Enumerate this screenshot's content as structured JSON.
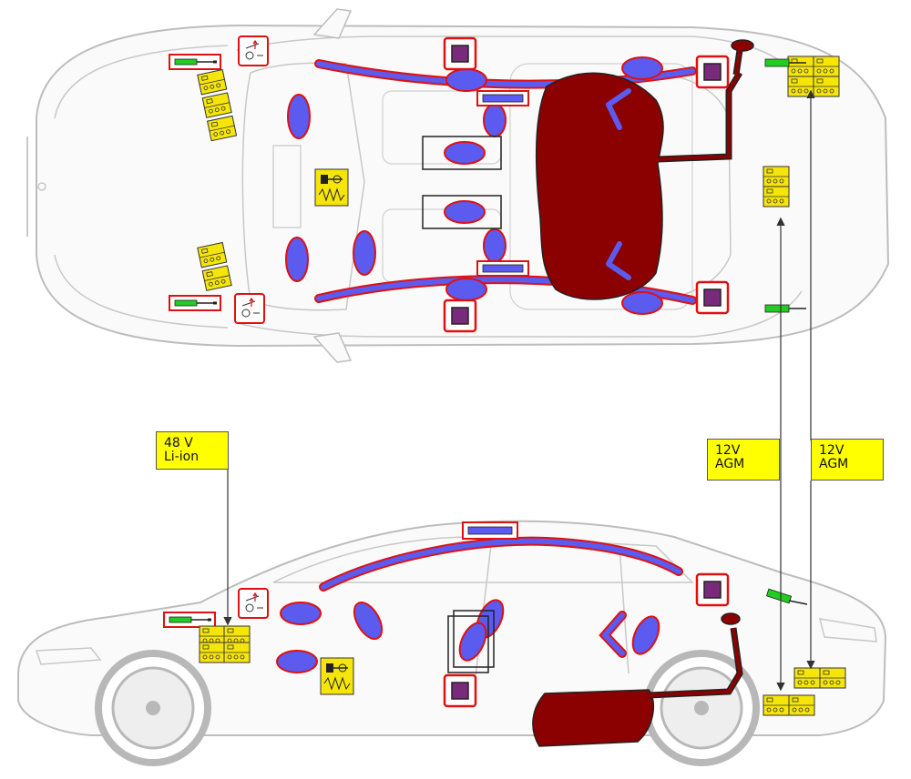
{
  "labels": {
    "battery_48v": {
      "line1": "48 V",
      "line2": "Li-ion"
    },
    "battery_12v_a": {
      "line1": "12V",
      "line2": "AGM"
    },
    "battery_12v_b": {
      "line1": "12V",
      "line2": "AGM"
    }
  },
  "colors": {
    "airbag_fill": "#5b5bf0",
    "airbag_outline": "#e01010",
    "fuel_tank": "#8b0000",
    "battery_fill": "#f5e50a",
    "sensor_fill": "#7a2a7a",
    "connector_green": "#22cc22",
    "callout_fill": "#ffff00",
    "car_outline": "#bdbdbd",
    "wheel": "#b8b8b8"
  },
  "icons": [
    "pedestrian-protection-icon",
    "pyro-fuse-icon",
    "battery-icon",
    "sensor-icon",
    "seatbelt-pretensioner-icon",
    "fuel-tank-icon",
    "airbag-icon"
  ]
}
